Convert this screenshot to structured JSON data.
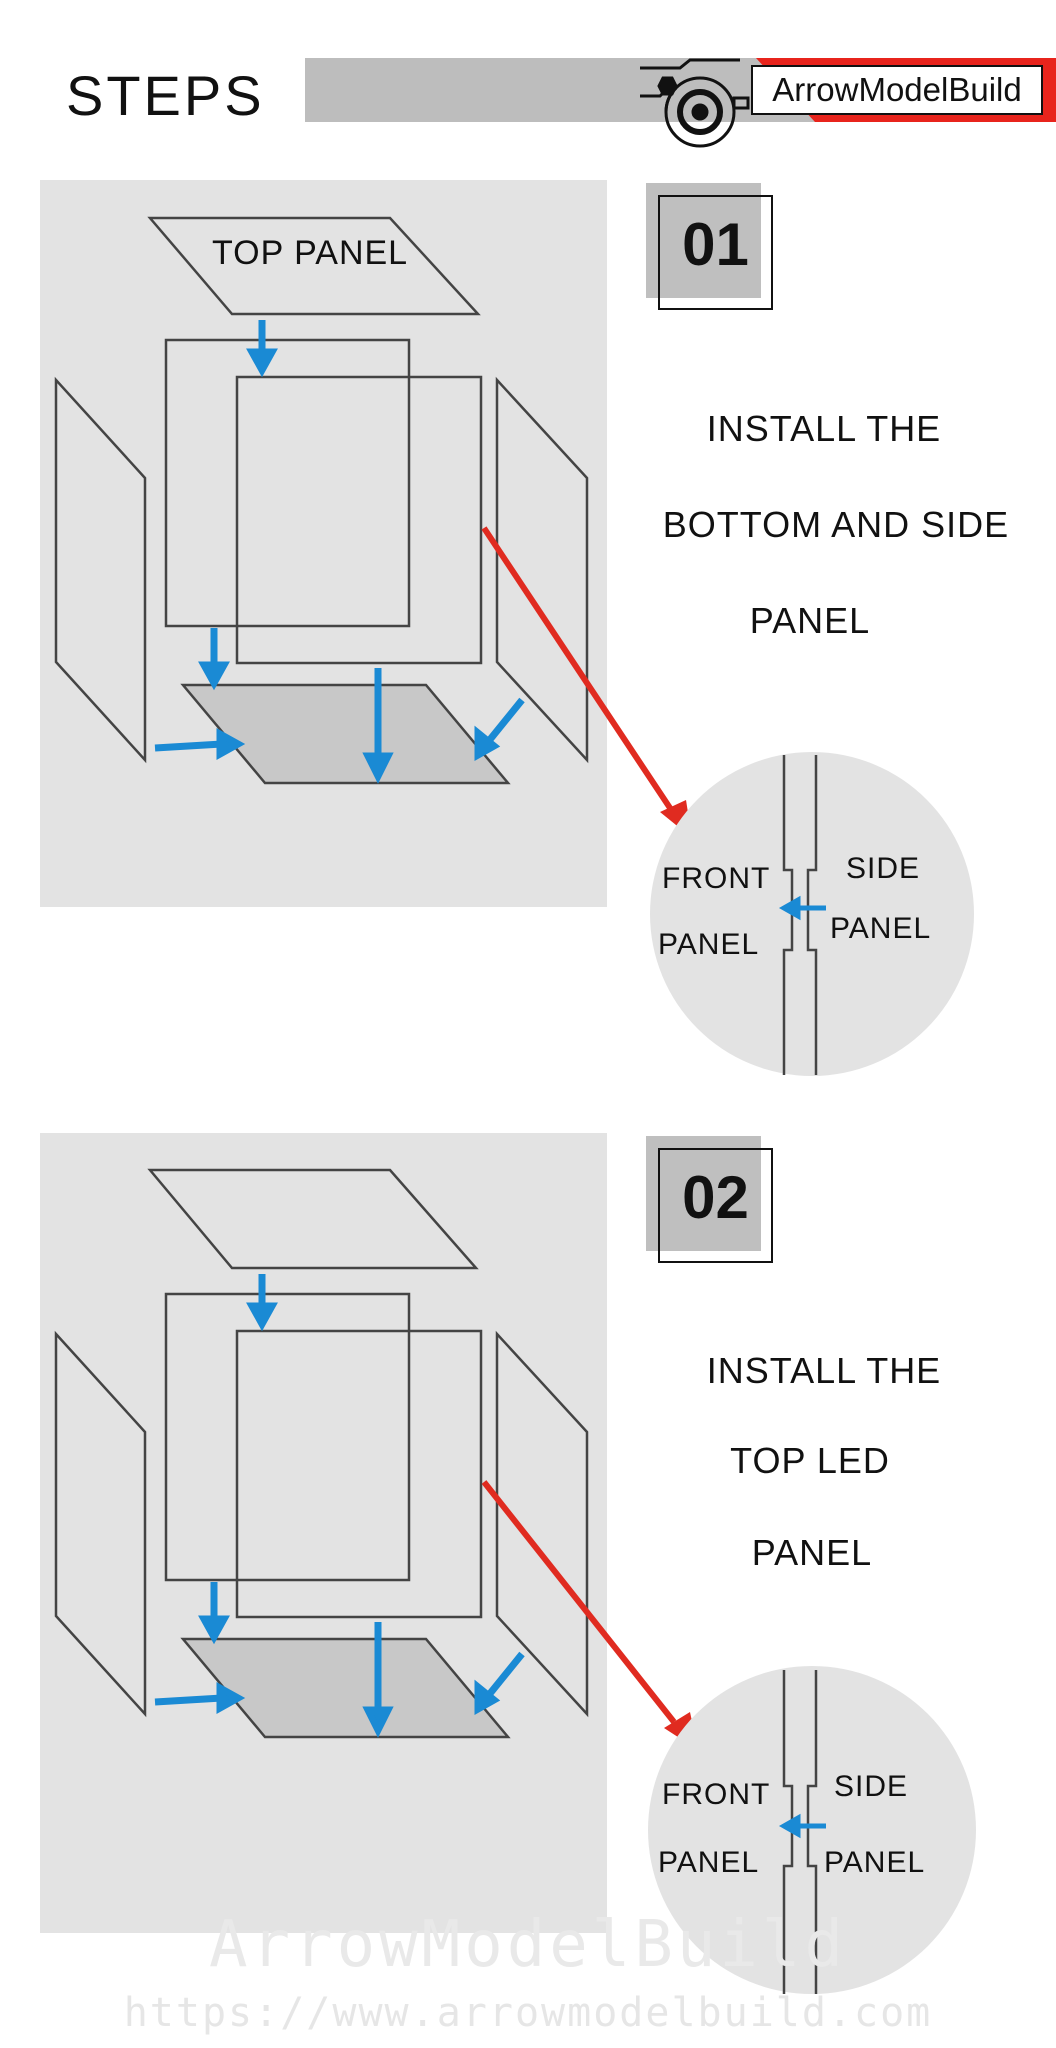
{
  "header": {
    "title": "STEPS",
    "brand": "ArrowModelBuild"
  },
  "steps": [
    {
      "number": "01",
      "panel_label": "TOP PANEL",
      "instructions": [
        "INSTALL THE",
        "BOTTOM AND SIDE",
        "PANEL"
      ],
      "detail": {
        "front_line1": "FRONT",
        "front_line2": "PANEL",
        "side_line1": "SIDE",
        "side_line2": "PANEL"
      }
    },
    {
      "number": "02",
      "instructions": [
        "INSTALL THE",
        "TOP LED",
        "PANEL"
      ],
      "detail": {
        "front_line1": "FRONT",
        "front_line2": "PANEL",
        "side_line1": "SIDE",
        "side_line2": "PANEL"
      }
    }
  ],
  "watermark": {
    "brand": "ArrowModelBuild",
    "url": "https://www.arrowmodelbuild.com"
  },
  "colors": {
    "arrow_blue": "#1a8ad4",
    "arrow_red": "#e02b20",
    "panel_gray": "#e3e3e3",
    "brand_red": "#e8241c"
  },
  "icons": [
    "gear-logo-icon"
  ]
}
